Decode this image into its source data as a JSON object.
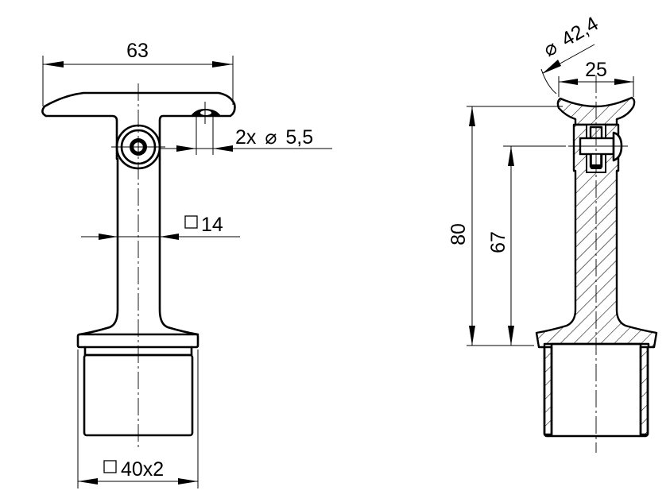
{
  "drawing": {
    "title": "Handrail post support - technical drawing",
    "line_color": "#000000",
    "background": "#ffffff",
    "front_view": {
      "dimensions": {
        "width_top": "63",
        "holes": "2x",
        "hole_diameter_symbol": "⌀",
        "hole_diameter": "5,5",
        "stem_square_symbol": "□",
        "stem": "14",
        "base_square_symbol": "□",
        "base": "40x2"
      }
    },
    "section_view": {
      "dimensions": {
        "saddle_diameter_symbol": "⌀",
        "saddle_diameter": "42,4",
        "saddle_width": "25",
        "overall_height": "80",
        "pivot_height": "67"
      }
    }
  }
}
